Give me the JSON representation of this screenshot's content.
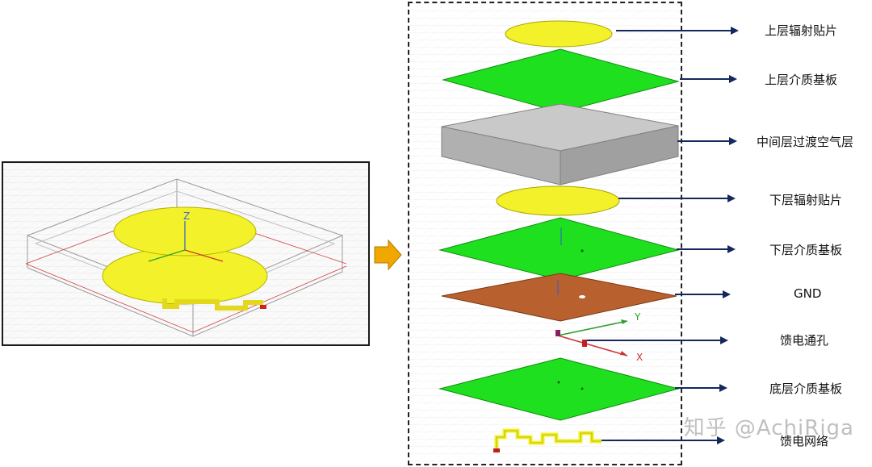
{
  "layers": [
    {
      "id": "upper-patch",
      "label": "上层辐射贴片"
    },
    {
      "id": "upper-substrate",
      "label": "上层介质基板"
    },
    {
      "id": "air-layer",
      "label": "中间层过渡空气层"
    },
    {
      "id": "lower-patch",
      "label": "下层辐射贴片"
    },
    {
      "id": "lower-substrate",
      "label": "下层介质基板"
    },
    {
      "id": "gnd",
      "label": "GND"
    },
    {
      "id": "feed-via",
      "label": "馈电通孔"
    },
    {
      "id": "bottom-substrate",
      "label": "底层介质基板"
    },
    {
      "id": "feed-network",
      "label": "馈电网络"
    }
  ],
  "axes": {
    "x": "X",
    "y": "Y",
    "z": "Z"
  },
  "watermark": "知乎 @AchiRiga",
  "colors": {
    "patch": "#f3f22a",
    "substrate": "#1fe01f",
    "air": "#b9b9b9",
    "gnd": "#b9602f",
    "arrow": "#14285c",
    "flow_arrow": "#f0a800"
  }
}
